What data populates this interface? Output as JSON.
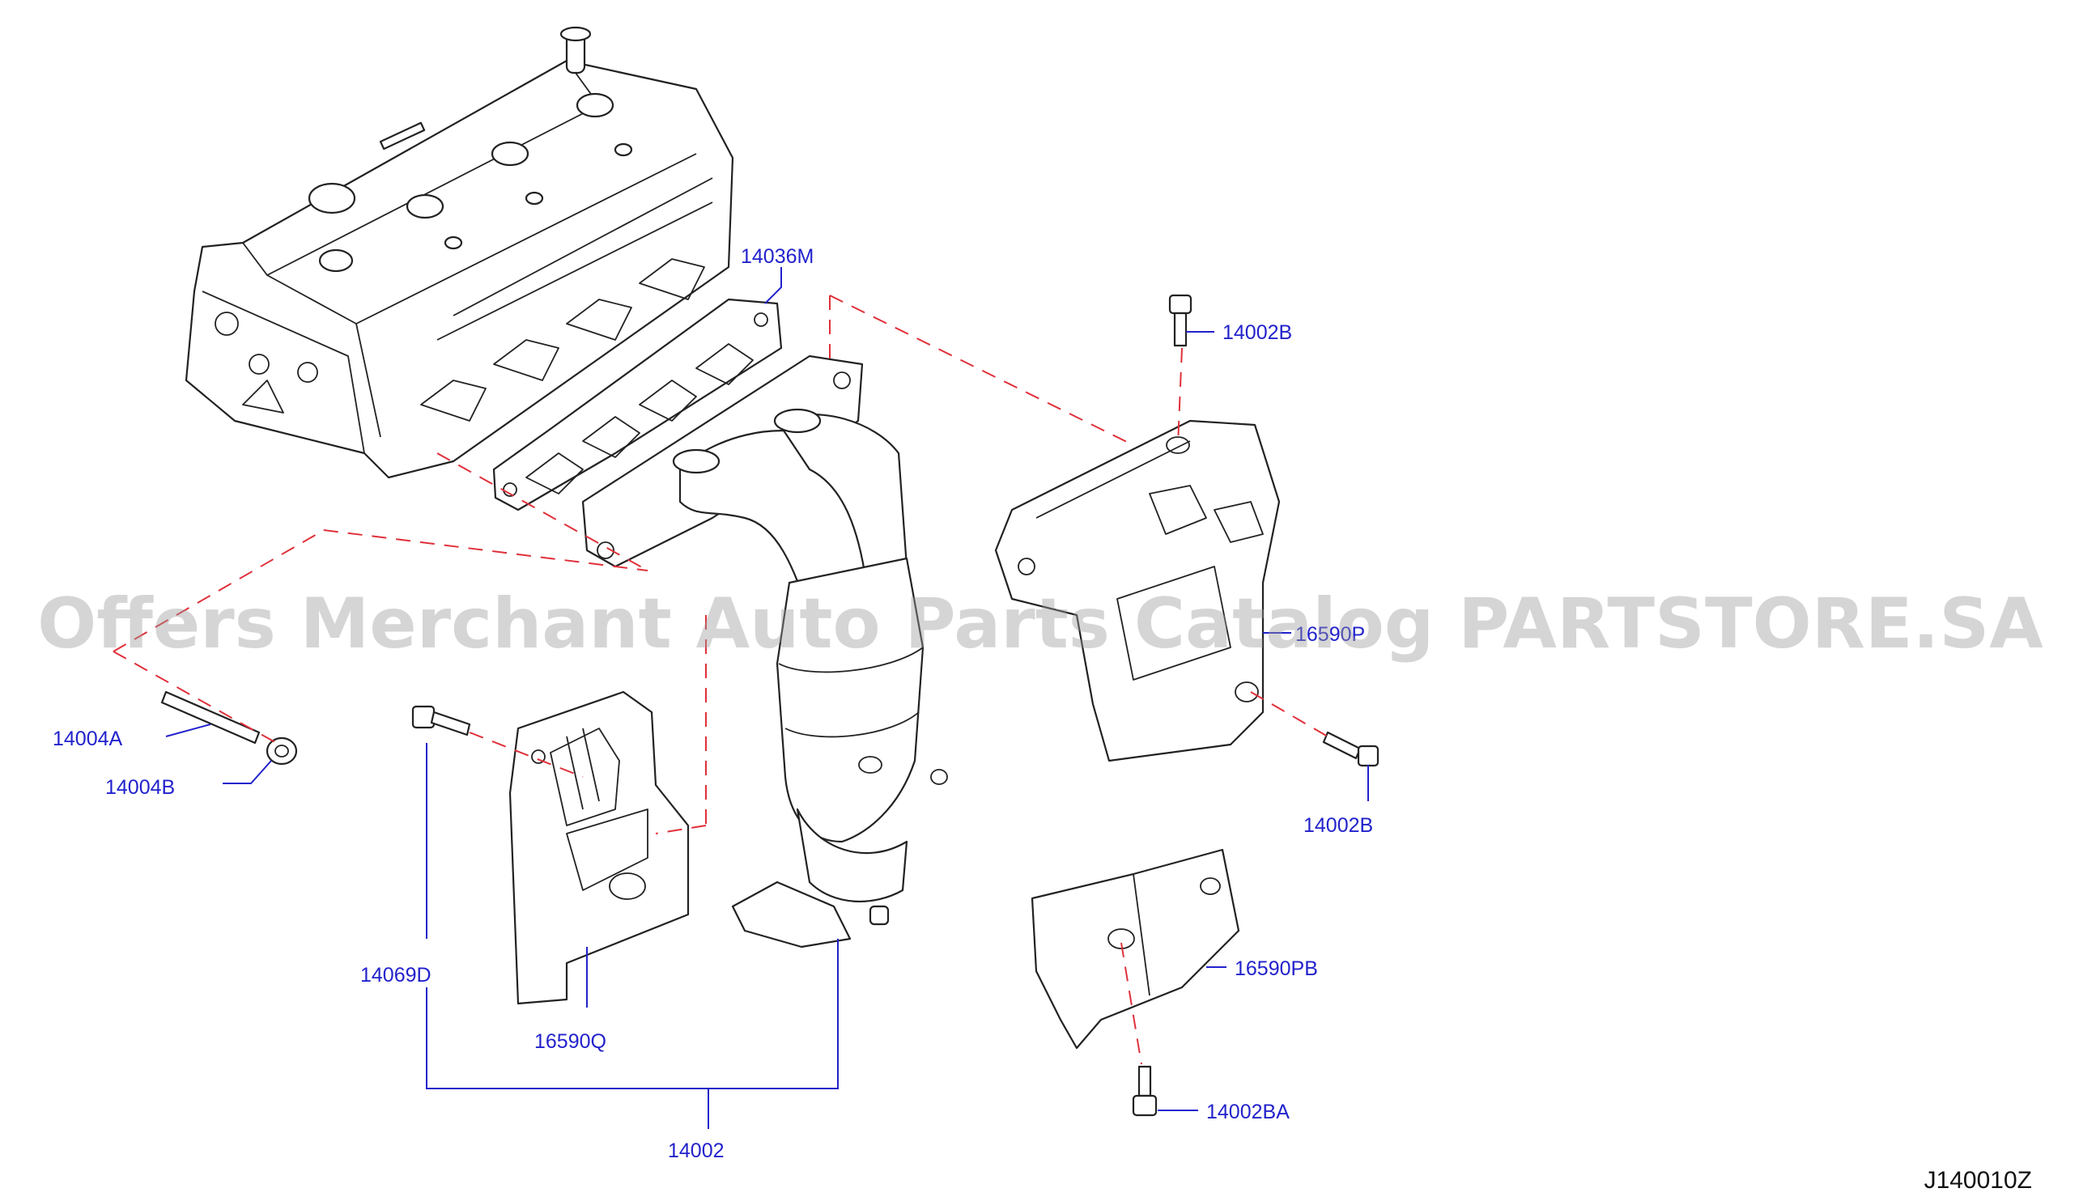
{
  "diagram": {
    "code": "J140010Z",
    "watermark": "Offers Merchant Auto Parts Catalog PARTSTORE.SA",
    "part_numbers": {
      "gasket": "14036M",
      "bolt_top": "14002B",
      "stud": "14004A",
      "nut": "14004B",
      "insulator_right": "16590P",
      "bolt_right": "14002B",
      "stud_left": "14069D",
      "cover_front": "16590Q",
      "manifold": "14002",
      "cover_lower": "16590PB",
      "bolt_lower": "14002BA"
    }
  },
  "colors": {
    "label": "#2222cc",
    "dashed_leader": "#e0303a",
    "linework": "#222222",
    "watermark": "#9a9a9a"
  }
}
